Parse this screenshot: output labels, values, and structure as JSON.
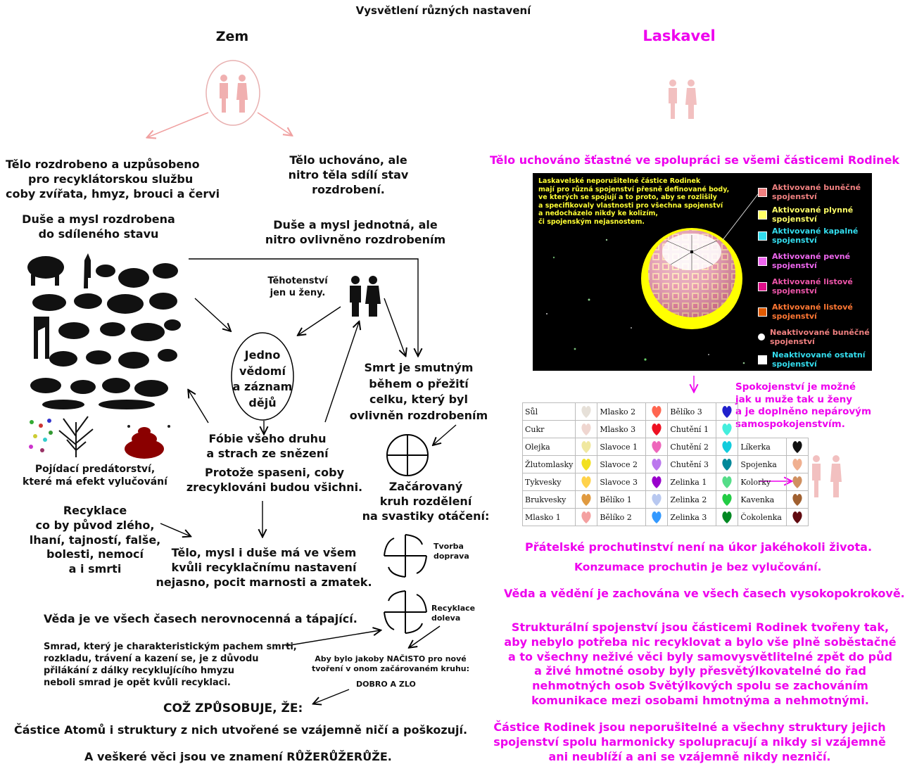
{
  "title": "Vysvětlení různých nastavení",
  "left": {
    "heading": "Zem",
    "col1_body": [
      "Tělo rozdrobeno a uzpůsobeno",
      "pro recyklátorskou službu",
      "coby zvířata, hmyz, brouci a červi"
    ],
    "col1_soul": [
      "Duše a mysl rozdrobena",
      "do sdíleného stavu"
    ],
    "col2_body": [
      "Tělo uchováno, ale",
      "nitro těla sdílí stav",
      "rozdrobení."
    ],
    "col2_soul": [
      "Duše a mysl jednotná, ale",
      "nitro ovlivněno rozdrobením"
    ],
    "pregnancy": [
      "Těhotenství",
      "jen u ženy."
    ],
    "consciousness": [
      "Jedno",
      "vědomí",
      "a záznam",
      "dějů"
    ],
    "fear": [
      "Fóbie všeho druhu",
      "a strach ze snězení"
    ],
    "because": [
      "Protože spaseni, coby",
      "zrecyklováni budou všichni."
    ],
    "predation": [
      "Pojídací predátorství,",
      "které má efekt vylučování"
    ],
    "recycling": [
      "Recyklace",
      "co by původ zlého,",
      "lhaní, tajností, falše,",
      "bolesti, nemocí",
      "a i smrti"
    ],
    "death": [
      "Smrt je smutným",
      "během o přežití",
      "celku, který byl",
      "ovlivněn rozdrobením"
    ],
    "circle": [
      "Začárovaný",
      "kruh rozdělení",
      "na svastiky otáčení:"
    ],
    "creation_label": [
      "Tvorba",
      "doprava"
    ],
    "recycle_label": [
      "Recyklace",
      "doleva"
    ],
    "unclear": [
      "Tělo, mysl i duše má ve všem",
      "kvůli recyklačnímu nastavení",
      "nejasno, pocit marnosti a zmatek."
    ],
    "science": "Věda je ve všech časech nerovnocenná a tápající.",
    "smell": [
      "Smrad, který je charakteristickým pachem smrti,",
      "rozkladu, trávení a kazení se, je z důvodu",
      "přilákání z dálky recyklujícího hmyzu",
      "neboli smrad je opět kvůli recyklaci."
    ],
    "anew": [
      "Aby bylo jakoby NAČISTO pro nové",
      "tvoření v onom začárovaném kruhu:"
    ],
    "good_evil": "DOBRO A ZLO",
    "causes": "COŽ ZPŮSOBUJE, ŽE:",
    "atoms": "Částice Atomů i struktury z nich utvořené se vzájemně ničí a poškozují.",
    "roses": "A veškeré věci jsou ve znamení RŮŽERŮŽERŮŽE."
  },
  "right": {
    "heading": "Laskavel",
    "preserved": "Tělo uchováno šťastné ve spolupráci se všemi částicemi Rodinek",
    "panel_text": [
      "Laskavelské neporušitelné částice Rodinek",
      "mají pro různá spojenství přesně definované body,",
      "ve kterých se spojují a to proto, aby se rozlišily",
      "a specifikovaly vlastnosti pro všechna spojenství",
      "a nedocházelo nikdy ke kolizím,",
      "či spojenským nejasnostem."
    ],
    "legend": [
      {
        "label": [
          "Aktivované buněčné",
          "spojenství"
        ],
        "color": "#f08080",
        "text_color": "#f08080",
        "marker": "square"
      },
      {
        "label": [
          "Aktivované plynné",
          "spojenství"
        ],
        "color": "#ffff66",
        "text_color": "#ffff66",
        "marker": "square"
      },
      {
        "label": [
          "Aktivované kapalné",
          "spojenství"
        ],
        "color": "#33ddee",
        "text_color": "#33ddee",
        "marker": "square"
      },
      {
        "label": [
          "Aktivované pevné",
          "spojenství"
        ],
        "color": "#ee66ee",
        "text_color": "#ee66ee",
        "marker": "square"
      },
      {
        "label": [
          "Aktivované listové",
          "spojenství"
        ],
        "color": "#e0108a",
        "text_color": "#ee55aa",
        "marker": "square"
      },
      {
        "label": [
          "Aktivované listové",
          "spojenství"
        ],
        "color": "#e05a00",
        "text_color": "#ff7733",
        "marker": "square"
      },
      {
        "label": [
          "Neaktivované buněčné",
          "spojenství"
        ],
        "color": "#ffffff",
        "text_color": "#f08080",
        "marker": "circle"
      },
      {
        "label": [
          "Neaktivované ostatní",
          "spojenství"
        ],
        "color": "#ffffff",
        "text_color": "#33ddee",
        "marker": "square"
      }
    ],
    "satisfaction": [
      "Spokojenství je možné",
      "jak u muže tak u ženy",
      "a je doplněno nepárovým",
      "samospokojenstvím."
    ],
    "ingredients": [
      [
        {
          "name": "Sůl",
          "color": "#e6e0d8"
        },
        {
          "name": "Mlasko 2",
          "color": "#ff6650"
        },
        {
          "name": "Bělíko 3",
          "color": "#2020cc"
        }
      ],
      [
        {
          "name": "Cukr",
          "color": "#efd6d0"
        },
        {
          "name": "Mlasko 3",
          "color": "#ee1122"
        },
        {
          "name": "Chutění 1",
          "color": "#44eedd"
        }
      ],
      [
        {
          "name": "Olejka",
          "color": "#f0e8a0"
        },
        {
          "name": "Slavoce 1",
          "color": "#ee66bb"
        },
        {
          "name": "Chutění 2",
          "color": "#11ccdd"
        },
        {
          "name": "Líkerka",
          "color": "#111111"
        }
      ],
      [
        {
          "name": "Žlutomlasky",
          "color": "#f2e020"
        },
        {
          "name": "Slavoce 2",
          "color": "#bb77ee"
        },
        {
          "name": "Chutění 3",
          "color": "#008899"
        },
        {
          "name": "Spojenka",
          "color": "#f0b090"
        }
      ],
      [
        {
          "name": "Tykvesky",
          "color": "#ffd24a"
        },
        {
          "name": "Slavoce 3",
          "color": "#9900cc"
        },
        {
          "name": "Zelinka 1",
          "color": "#55dd88"
        },
        {
          "name": "Kolorky",
          "color": "#d09060"
        }
      ],
      [
        {
          "name": "Brukvesky",
          "color": "#e09a40"
        },
        {
          "name": "Bělíko 1",
          "color": "#b8c8f0"
        },
        {
          "name": "Zelinka 2",
          "color": "#22cc44"
        },
        {
          "name": "Kavenka",
          "color": "#a06030"
        }
      ],
      [
        {
          "name": "Mlasko 1",
          "color": "#f4a0a0"
        },
        {
          "name": "Bělíko 2",
          "color": "#3399ff"
        },
        {
          "name": "Zelinka 3",
          "color": "#008822"
        },
        {
          "name": "Čokolenka",
          "color": "#600a10"
        }
      ]
    ],
    "friendly": "Přátelské prochutinství není na úkor jakéhokoli života.",
    "consumption": "Konzumace prochutin je bez vylučování.",
    "science": "Věda a vědění je zachována ve všech časech vysokopokrokově.",
    "structural": [
      "Strukturální spojenství jsou částicemi Rodinek tvořeny tak,",
      "aby nebylo potřeba nic recyklovat a bylo vše plně soběstačné",
      "a to všechny neživé věci byly samovysvětlitelné zpět do půd",
      "a živé hmotné osoby byly přesvětýlkovatelné do řad",
      "nehmotných osob Světýlkových spolu se zachováním",
      "komunikace mezi osobami hmotnýma a nehmotnými."
    ],
    "particles": [
      "Částice Rodinek jsou neporušitelné a všechny struktury jejich",
      "spojenství spolu harmonicky spolupracují a nikdy si vzájemně",
      "ani neublíží a ani se vzájemně nikdy nezničí."
    ]
  }
}
